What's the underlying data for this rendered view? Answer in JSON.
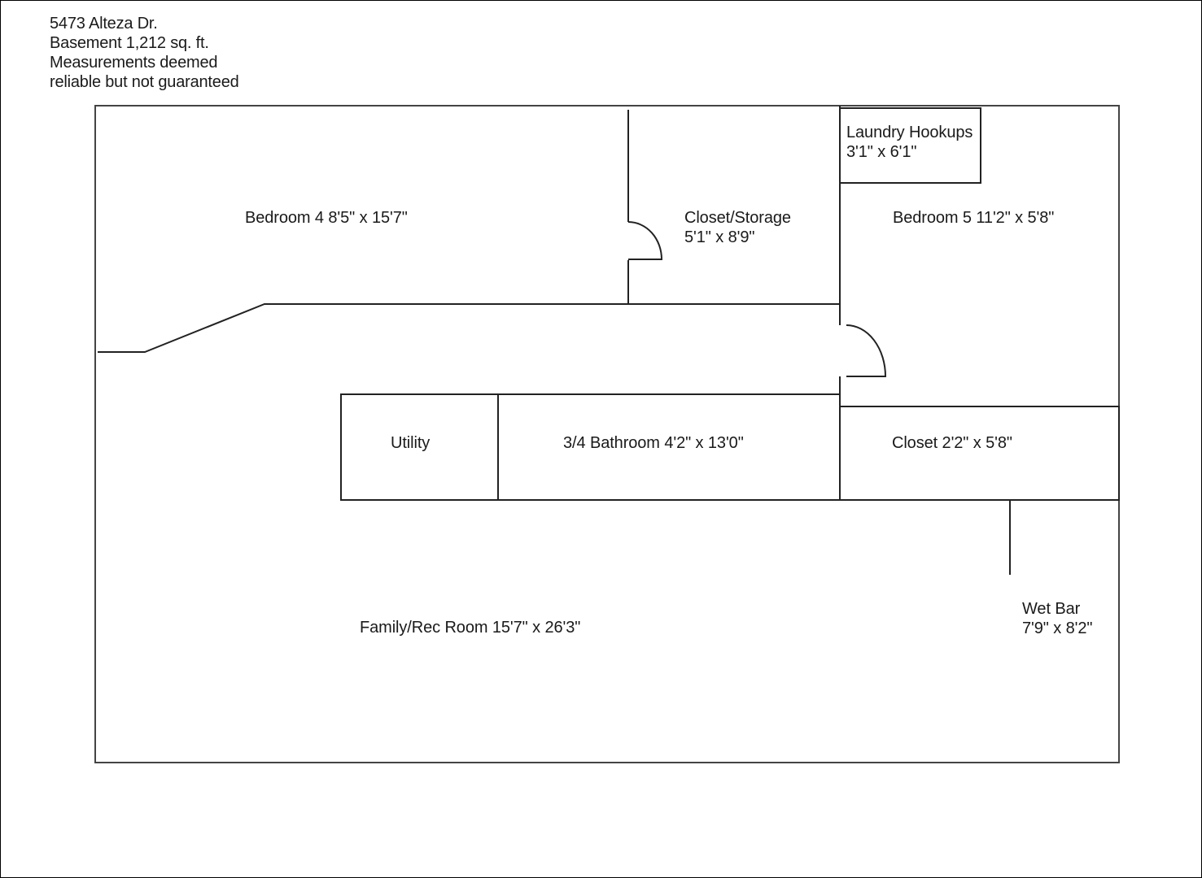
{
  "header": {
    "address": "5473 Alteza Dr.",
    "area": "Basement 1,212 sq. ft.",
    "disclaimer_line1": "Measurements deemed",
    "disclaimer_line2": "reliable but not guaranteed"
  },
  "rooms": {
    "bedroom4": "Bedroom 4 8'5\" x 15'7\"",
    "closet_storage_name": "Closet/Storage",
    "closet_storage_dims": "5'1\" x 8'9\"",
    "laundry_name": "Laundry Hookups",
    "laundry_dims": "3'1\" x 6'1\"",
    "bedroom5": "Bedroom 5 11'2\" x 5'8\"",
    "utility": "Utility",
    "bathroom": "3/4 Bathroom 4'2\" x 13'0\"",
    "closet": "Closet 2'2\" x 5'8\"",
    "family_rec": "Family/Rec Room 15'7\" x 26'3\"",
    "wet_bar_name": "Wet Bar",
    "wet_bar_dims": "7'9\" x 8'2\""
  },
  "colors": {
    "line": "#222222",
    "background": "#ffffff"
  }
}
